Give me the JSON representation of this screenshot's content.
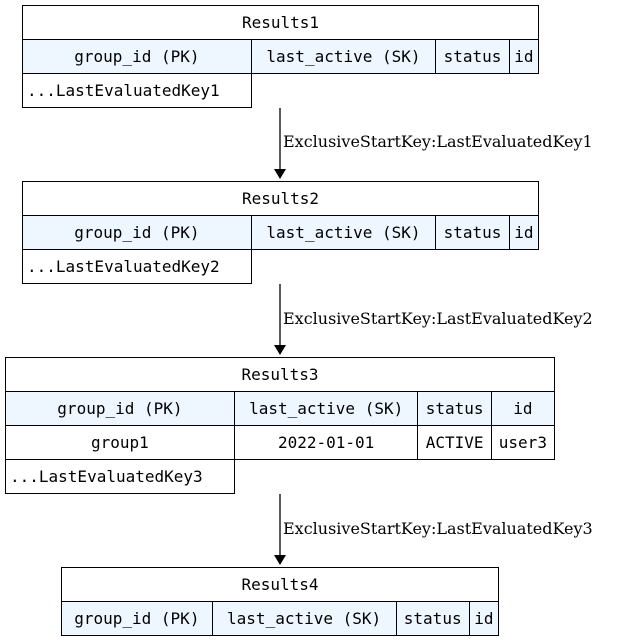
{
  "tables": [
    {
      "title": "Results1",
      "headers": [
        "group_id (PK)",
        "last_active (SK)",
        "status",
        "id"
      ],
      "rows": [],
      "last_key": "...LastEvaluatedKey1"
    },
    {
      "title": "Results2",
      "headers": [
        "group_id (PK)",
        "last_active (SK)",
        "status",
        "id"
      ],
      "rows": [],
      "last_key": "...LastEvaluatedKey2"
    },
    {
      "title": "Results3",
      "headers": [
        "group_id (PK)",
        "last_active (SK)",
        "status",
        "id"
      ],
      "rows": [
        [
          "group1",
          "2022-01-01",
          "ACTIVE",
          "user3"
        ]
      ],
      "last_key": "...LastEvaluatedKey3"
    },
    {
      "title": "Results4",
      "headers": [
        "group_id (PK)",
        "last_active (SK)",
        "status",
        "id"
      ],
      "rows": [],
      "last_key": ""
    }
  ],
  "edges": [
    "ExclusiveStartKey:LastEvaluatedKey1",
    "ExclusiveStartKey:LastEvaluatedKey2",
    "ExclusiveStartKey:LastEvaluatedKey3"
  ],
  "colors": {
    "header_bg": "#eef6ff",
    "line": "#000000"
  }
}
